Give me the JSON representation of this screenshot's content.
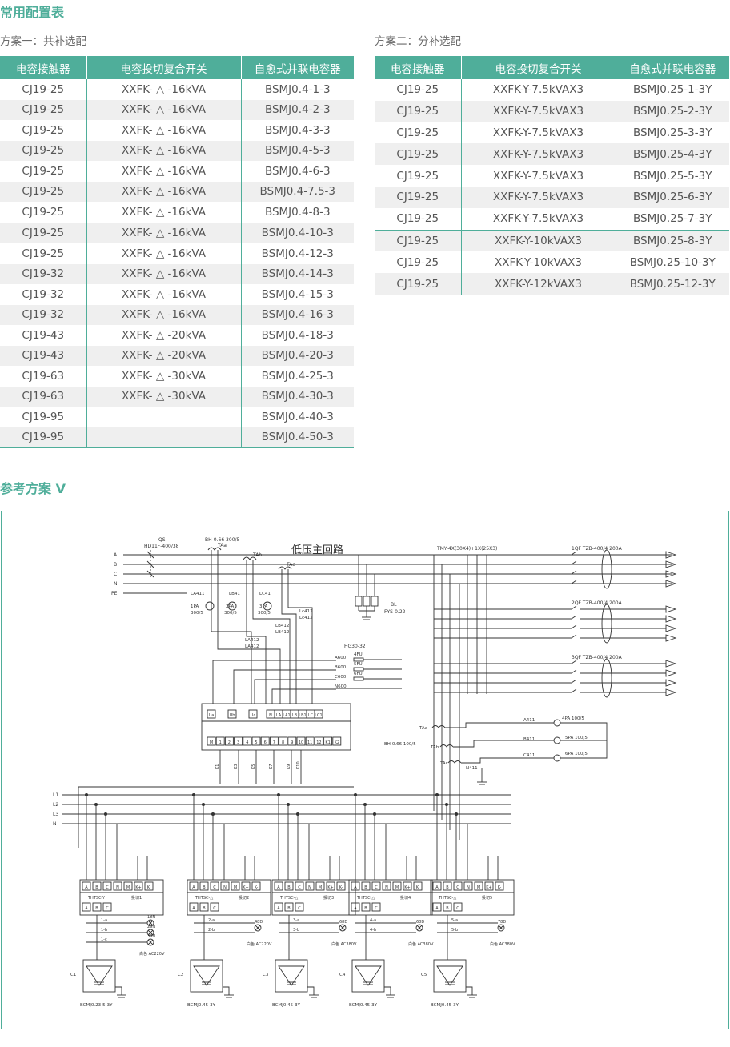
{
  "section1_title": "常用配置表",
  "scheme1": {
    "title": "方案一：共补选配",
    "headers": [
      "电容接触器",
      "电容投切复合开关",
      "自愈式并联电容器"
    ],
    "rows": [
      [
        "CJ19-25",
        "XXFK- △ -16kVA",
        "BSMJ0.4-1-3"
      ],
      [
        "CJ19-25",
        "XXFK- △ -16kVA",
        "BSMJ0.4-2-3"
      ],
      [
        "CJ19-25",
        "XXFK- △ -16kVA",
        "BSMJ0.4-3-3"
      ],
      [
        "CJ19-25",
        "XXFK- △ -16kVA",
        "BSMJ0.4-5-3"
      ],
      [
        "CJ19-25",
        "XXFK- △ -16kVA",
        "BSMJ0.4-6-3"
      ],
      [
        "CJ19-25",
        "XXFK- △ -16kVA",
        "BSMJ0.4-7.5-3"
      ],
      [
        "CJ19-25",
        "XXFK- △ -16kVA",
        "BSMJ0.4-8-3"
      ],
      [
        "CJ19-25",
        "XXFK- △ -16kVA",
        "BSMJ0.4-10-3"
      ],
      [
        "CJ19-25",
        "XXFK- △ -16kVA",
        "BSMJ0.4-12-3"
      ],
      [
        "CJ19-32",
        "XXFK- △ -16kVA",
        "BSMJ0.4-14-3"
      ],
      [
        "CJ19-32",
        "XXFK- △ -16kVA",
        "BSMJ0.4-15-3"
      ],
      [
        "CJ19-32",
        "XXFK- △ -16kVA",
        "BSMJ0.4-16-3"
      ],
      [
        "CJ19-43",
        "XXFK- △ -20kVA",
        "BSMJ0.4-18-3"
      ],
      [
        "CJ19-43",
        "XXFK- △ -20kVA",
        "BSMJ0.4-20-3"
      ],
      [
        "CJ19-63",
        "XXFK- △ -30kVA",
        "BSMJ0.4-25-3"
      ],
      [
        "CJ19-63",
        "XXFK- △ -30kVA",
        "BSMJ0.4-30-3"
      ],
      [
        "CJ19-95",
        "",
        "BSMJ0.4-40-3"
      ],
      [
        "CJ19-95",
        "",
        "BSMJ0.4-50-3"
      ]
    ]
  },
  "scheme2": {
    "title": "方案二：分补选配",
    "headers": [
      "电容接触器",
      "电容投切复合开关",
      "自愈式并联电容器"
    ],
    "rows": [
      [
        "CJ19-25",
        "XXFK-Y-7.5kVAX3",
        "BSMJ0.25-1-3Y"
      ],
      [
        "CJ19-25",
        "XXFK-Y-7.5kVAX3",
        "BSMJ0.25-2-3Y"
      ],
      [
        "CJ19-25",
        "XXFK-Y-7.5kVAX3",
        "BSMJ0.25-3-3Y"
      ],
      [
        "CJ19-25",
        "XXFK-Y-7.5kVAX3",
        "BSMJ0.25-4-3Y"
      ],
      [
        "CJ19-25",
        "XXFK-Y-7.5kVAX3",
        "BSMJ0.25-5-3Y"
      ],
      [
        "CJ19-25",
        "XXFK-Y-7.5kVAX3",
        "BSMJ0.25-6-3Y"
      ],
      [
        "CJ19-25",
        "XXFK-Y-7.5kVAX3",
        "BSMJ0.25-7-3Y"
      ],
      [
        "CJ19-25",
        "XXFK-Y-10kVAX3",
        "BSMJ0.25-8-3Y"
      ],
      [
        "CJ19-25",
        "XXFK-Y-10kVAX3",
        "BSMJ0.25-10-3Y"
      ],
      [
        "CJ19-25",
        "XXFK-Y-12kVAX3",
        "BSMJ0.25-12-3Y"
      ]
    ]
  },
  "section2_title": "参考方案 V",
  "diagram": {
    "title": "低压主回路",
    "qs": "QS",
    "qs_model": "HD11F-400/38",
    "ct_model": "BH-0.66 300/5",
    "phase_in": [
      "A",
      "B",
      "C",
      "N",
      "PE"
    ],
    "ct_labels": [
      "TAa",
      "TAb",
      "TAc"
    ],
    "meters": [
      [
        "1PA",
        "300/5"
      ],
      [
        "2PA",
        "300/5"
      ],
      [
        "3PA",
        "300/5"
      ]
    ],
    "la": [
      "LA411",
      "LB41",
      "LC41"
    ],
    "wire_a": [
      "LA412",
      "LA412"
    ],
    "wire_b": [
      "LB412",
      "LB412"
    ],
    "wire_c": [
      "Lc412",
      "Lc412"
    ],
    "busbar": "TMY-4X(30X4)+1X(25X3)",
    "arrester": "BL",
    "arrester_model": "FYS-0.22",
    "fuse_block": "HG30-32",
    "fuses": [
      [
        "A600",
        "4FU"
      ],
      [
        "B600",
        "5FU"
      ],
      [
        "C600",
        "6FU"
      ],
      [
        "N600",
        ""
      ]
    ],
    "breakers": [
      "1QF TZB-400/4 200A",
      "2QF TZB-400/4 200A",
      "3QF TZB-400/4 200A"
    ],
    "controller_top": [
      "Ua",
      "Ub",
      "Uc",
      "N",
      "LA",
      "LA1",
      "LB",
      "LB1",
      "LC",
      "LC1"
    ],
    "controller_bottom": [
      "M",
      "1",
      "2",
      "3",
      "4",
      "5",
      "6",
      "7",
      "8",
      "9",
      "10",
      "11",
      "12",
      "K1",
      "K2"
    ],
    "ctrl_outs": [
      "K1",
      "K3",
      "K5",
      "K7",
      "K9",
      "K10"
    ],
    "ctrl_notes": [
      "投切1",
      "投切2",
      "投切3",
      "投切4",
      "投切5"
    ],
    "ct2_labels": [
      "TAa",
      "TAb",
      "TAc"
    ],
    "ct2_model": "BH-0.66 100/5",
    "ct2_wires": [
      "A411",
      "B411",
      "C411",
      "N411"
    ],
    "meters2": [
      "4PA 100/5",
      "5PA 100/5",
      "6PA 100/5"
    ],
    "lines": [
      "L1",
      "L2",
      "L3",
      "N"
    ],
    "units": [
      {
        "model": "THTSC-Y",
        "note": "投切1",
        "cap": "C1",
        "cap_model": "BCMJ0.23-5-3Y",
        "lamps": [
          "1-a",
          "1-b",
          "1-c"
        ],
        "lamp_ids": [
          "18N",
          "28N",
          "38N"
        ],
        "lamp_note": "白色 AC220V"
      },
      {
        "model": "THTSC-△",
        "note": "投切2",
        "cap": "C2",
        "cap_model": "BCMJ0.45-3Y",
        "lamps": [
          "2-a",
          "2-b"
        ],
        "lamp_ids": [
          "48D"
        ],
        "lamp_note": "白色 AC220V"
      },
      {
        "model": "THTSC-△",
        "note": "投切3",
        "cap": "C3",
        "cap_model": "BCMJ0.45-3Y",
        "lamps": [
          "3-a",
          "3-b"
        ],
        "lamp_ids": [
          "68D"
        ],
        "lamp_note": "白色 AC380V"
      },
      {
        "model": "THTSC-△",
        "note": "投切4",
        "cap": "C4",
        "cap_model": "BCMJ0.45-3Y",
        "lamps": [
          "4-a",
          "4-b"
        ],
        "lamp_ids": [
          "68D"
        ],
        "lamp_note": "白色 AC380V"
      },
      {
        "model": "THTSC-△",
        "note": "投切5",
        "cap": "C5",
        "cap_model": "BCMJ0.45-3Y",
        "lamps": [
          "5-a",
          "5-b"
        ],
        "lamp_ids": [
          "78D"
        ],
        "lamp_note": "白色 AC380V"
      }
    ],
    "unit_terms": [
      "A",
      "B",
      "C",
      "N",
      "M",
      "K+",
      "K-"
    ],
    "unit_bottom": [
      "A",
      "B",
      "C"
    ],
    "unit_ctrl": [
      "M",
      "K1",
      "K2"
    ]
  }
}
